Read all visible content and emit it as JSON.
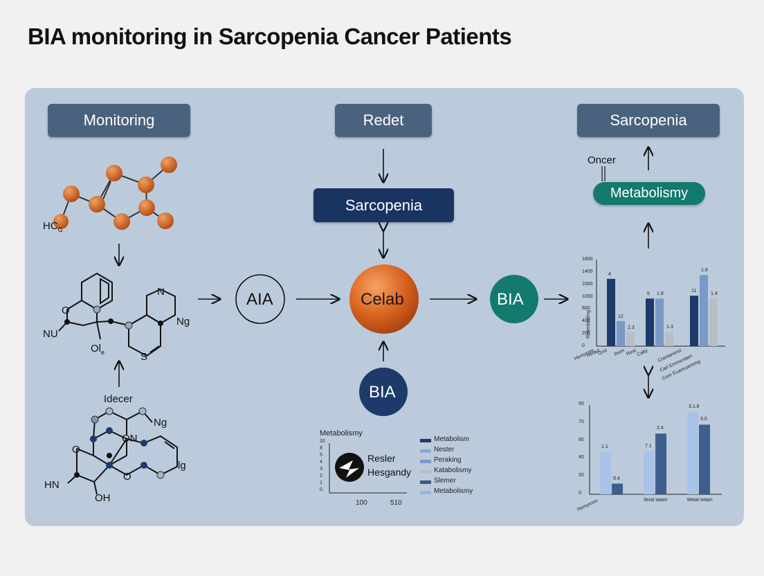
{
  "title": "BIA monitoring in Sarcopenia Cancer Patients",
  "headers": {
    "left": "Monitoring",
    "center": "Redet",
    "right": "Sarcopenia"
  },
  "center_box": "Sarcopenia",
  "right_box": "Metabolismy",
  "right_small_label": "Oncer",
  "flow": {
    "aia": "AIA",
    "celab": "Celab",
    "bia_teal": "BIA",
    "bia_navy": "BIA"
  },
  "molecules": {
    "hc": "HC",
    "hc_sub": "G",
    "nu": "NU",
    "ol": "Ol",
    "ol_sub": "e",
    "n_ring": "N",
    "ng": "Ng",
    "s": "S",
    "idecer": "Idecer",
    "ng2": "Ng",
    "on": "ON",
    "o_left": "O",
    "o_mid": "O",
    "o_top": "O",
    "lg": "lg",
    "hn": "HN",
    "oh": "OH"
  },
  "mini_chart": {
    "title": "Metabolismy",
    "y_ticks": [
      "10",
      "8",
      "5",
      "4",
      "3",
      "2",
      "1",
      "0"
    ],
    "x_ticks": [
      "100",
      "510"
    ],
    "logo_line1": "Resler",
    "logo_line2": "Hesgandy",
    "legend": [
      {
        "label": "Metabolism",
        "color": "#1d3a6b"
      },
      {
        "label": "Nester",
        "color": "#8aa8d6"
      },
      {
        "label": "Peraking",
        "color": "#7a99c8"
      },
      {
        "label": "Katabolismy",
        "color": "#b8bec6"
      },
      {
        "label": "Slemer",
        "color": "#3a5a85"
      },
      {
        "label": "Metabolismy",
        "color": "#9bb6e0"
      }
    ]
  },
  "chart_data": [
    {
      "type": "bar",
      "y_ticks": [
        "1800",
        "1400",
        "1000",
        "1000",
        "600",
        "400",
        "200",
        "0"
      ],
      "y_axis_label": "Retenbisding",
      "ylim": [
        0,
        1800
      ],
      "categories": [
        "Hemyrom",
        "Relast",
        "Ond",
        "Ihem",
        "Rest",
        "Catty",
        "Crantaneret",
        "Carl Emmentarn",
        "Conr Euaresamimg"
      ],
      "groups": [
        {
          "values": [
            1400,
            520,
            290
          ],
          "labels": [
            "4",
            "12",
            "2.3"
          ]
        },
        {
          "values": [
            990,
            990,
            300
          ],
          "labels": [
            "5",
            "1.8",
            "1.3"
          ]
        },
        {
          "values": [
            1050,
            1480,
            1000
          ],
          "labels": [
            "11",
            "1.8",
            "1.4"
          ]
        }
      ],
      "colors": [
        "#1d3a6b",
        "#7a99c8",
        "#b8bec6"
      ]
    },
    {
      "type": "bar",
      "y_ticks": [
        "50",
        "70",
        "60",
        "40",
        "20",
        "0"
      ],
      "ylim": [
        0,
        90
      ],
      "categories": [
        "Hemyronn",
        "Ileral Iatam",
        "Metal Ietam"
      ],
      "groups": [
        {
          "values": [
            47,
            12
          ],
          "labels": [
            "1.1",
            "9.4"
          ]
        },
        {
          "values": [
            48,
            68
          ],
          "labels": [
            "7.1",
            "2.4"
          ]
        },
        {
          "values": [
            92,
            78
          ],
          "labels": [
            "3.1.8",
            "3.0"
          ]
        }
      ],
      "colors": [
        "#a8c2e8",
        "#3e5f8e"
      ]
    }
  ]
}
